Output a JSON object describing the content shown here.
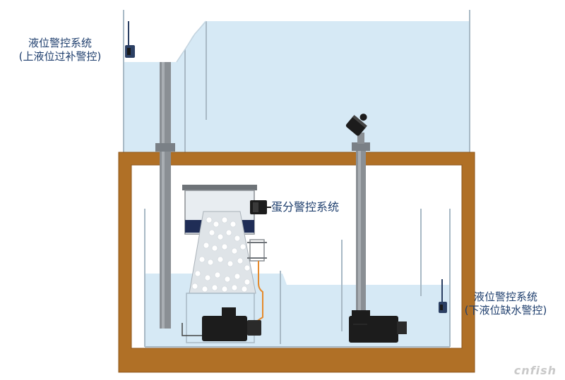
{
  "labels": {
    "upper_title": "液位警控系统",
    "upper_sub": "(上液位过补警控)",
    "skimmer": "蛋分警控系统",
    "lower_title": "液位警控系统",
    "lower_sub": "(下液位缺水警控)"
  },
  "watermark": "cnfish",
  "colors": {
    "cabinet_wood": "#b07026",
    "water": "#d6e9f5",
    "glass": "#a8b9c5",
    "pipe": "#8a8f94",
    "pump": "#1c1c1c",
    "sensor": "#2b3f63",
    "label_text": "#1f3f6e",
    "tube_orange": "#e58a2c"
  }
}
